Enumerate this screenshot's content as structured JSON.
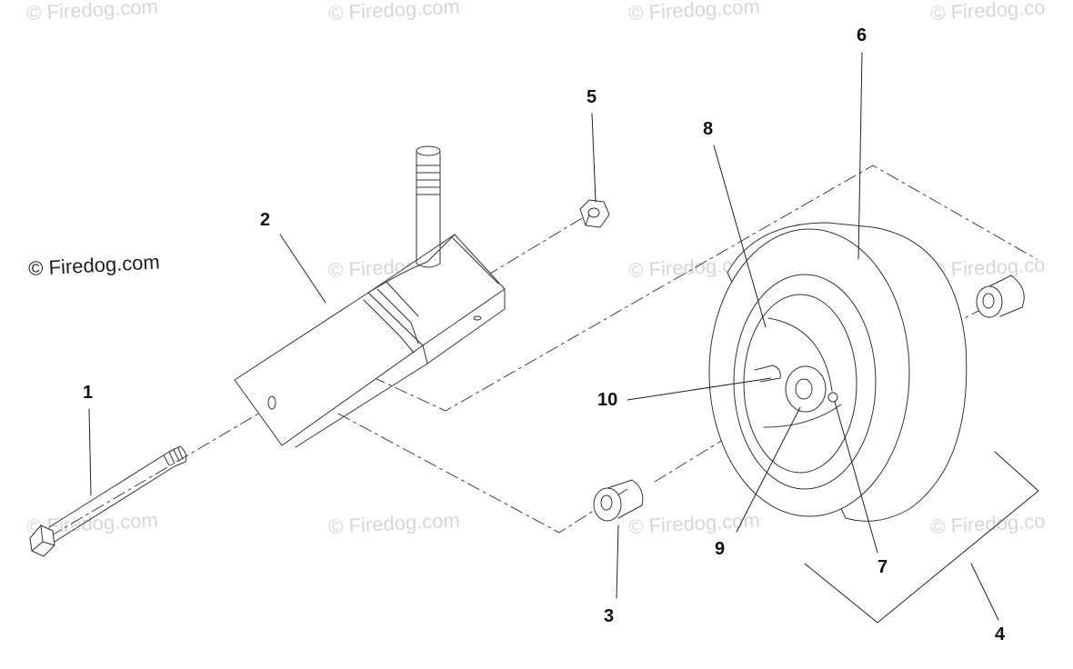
{
  "watermark": {
    "text": "© Firedog.com",
    "text_cut": "© Firedog.co"
  },
  "callouts": {
    "c1": "1",
    "c2": "2",
    "c3": "3",
    "c4": "4",
    "c5": "5",
    "c6": "6",
    "c7": "7",
    "c8": "8",
    "c9": "9",
    "c10": "10"
  },
  "colors": {
    "line": "#333333",
    "watermark": "#d6d6d6",
    "background": "#ffffff"
  }
}
